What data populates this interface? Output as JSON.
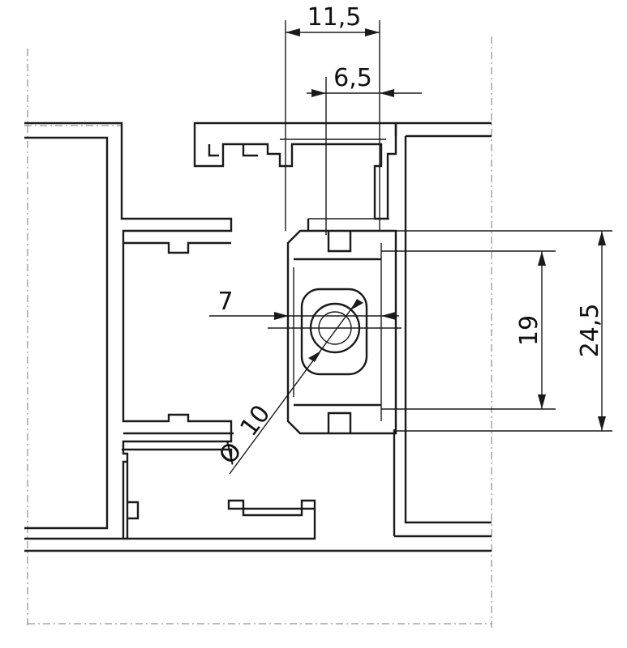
{
  "dimensions": {
    "width_outer": "11,5",
    "width_inner": "6,5",
    "offset_left": "7",
    "diameter": "10",
    "diameter_symbol": "Ø",
    "height_inner": "19",
    "height_outer": "24,5"
  }
}
